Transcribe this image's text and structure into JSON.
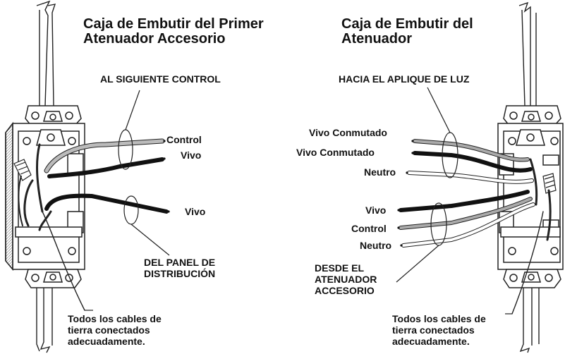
{
  "left_box": {
    "title_line1": "Caja de Embutir del Primer",
    "title_line2": "Atenuador Accesorio",
    "callout_top": "AL SIGUIENTE CONTROL",
    "wire_control": "Control",
    "wire_vivo_top": "Vivo",
    "wire_vivo_bottom": "Vivo",
    "callout_bottom_line1": "DEL PANEL DE",
    "callout_bottom_line2": "DISTRIBUCIÓN",
    "ground_line1": "Todos los cables de",
    "ground_line2": "tierra conectados",
    "ground_line3": "adecuadamente."
  },
  "right_box": {
    "title_line1": "Caja de Embutir del",
    "title_line2": "Atenuador",
    "callout_top": "HACIA EL APLIQUE DE LUZ",
    "wire_vivo_conmutado_1": "Vivo Conmutado",
    "wire_vivo_conmutado_2": "Vivo Conmutado",
    "wire_neutro_top": "Neutro",
    "wire_vivo": "Vivo",
    "wire_control": "Control",
    "wire_neutro_bottom": "Neutro",
    "callout_bottom_line1": "DESDE EL",
    "callout_bottom_line2": "ATENUADOR",
    "callout_bottom_line3": "ACCESORIO",
    "ground_line1": "Todos los cables de",
    "ground_line2": "tierra conectados",
    "ground_line3": "adecuadamente."
  }
}
